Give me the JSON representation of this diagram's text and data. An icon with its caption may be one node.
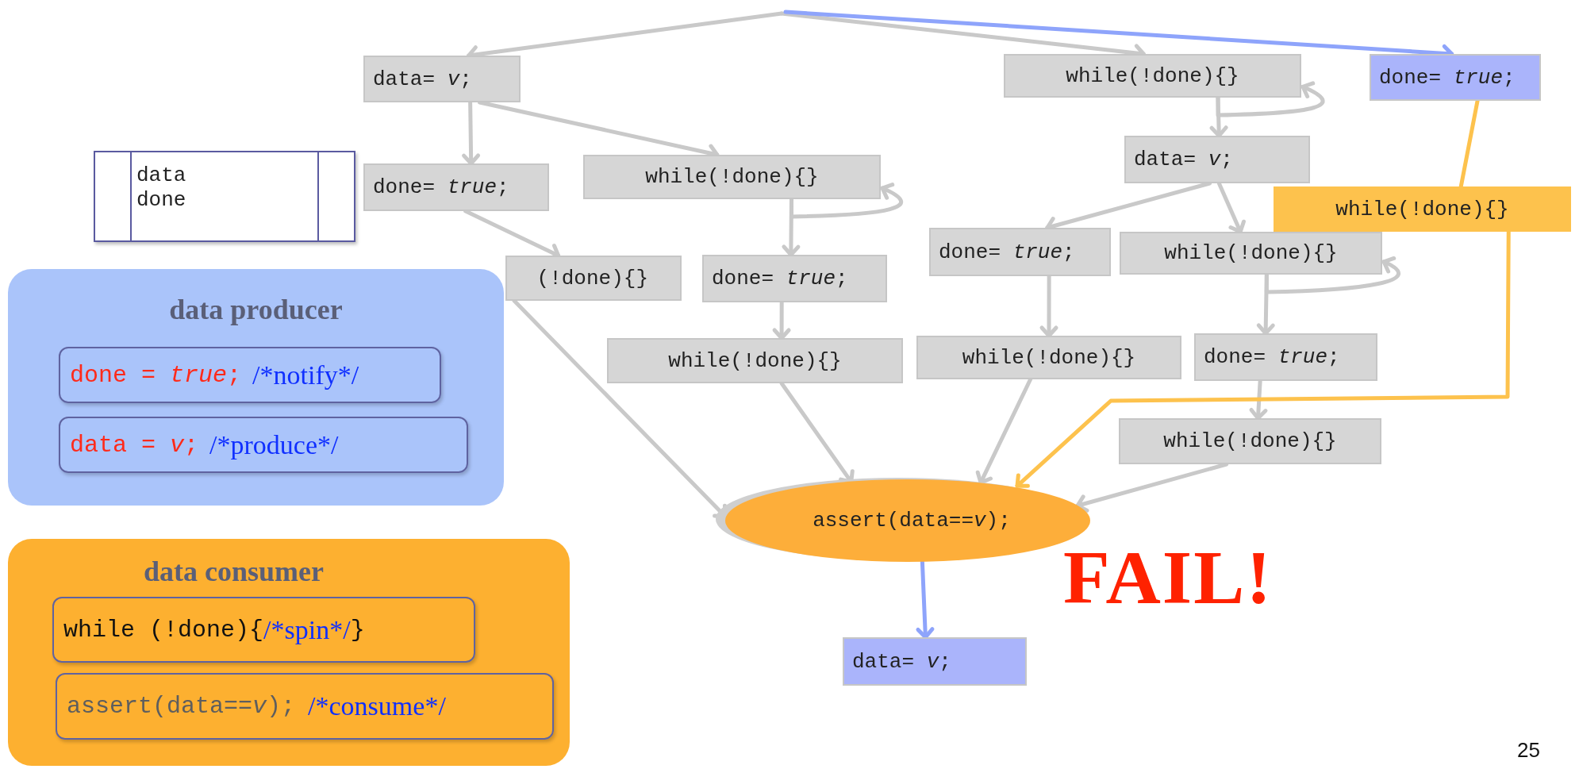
{
  "diagram": {
    "nodes": [
      {
        "text": [
          "data= *v*;"
        ]
      },
      {
        "text": [
          "while(!done){}"
        ]
      },
      {
        "text": [
          "done= *true*;"
        ]
      },
      {
        "text": [
          "data",
          "done"
        ]
      },
      {
        "text": [
          "done= *true*;"
        ]
      },
      {
        "text": [
          "while(!done){}"
        ]
      },
      {
        "text": [
          "data= *v*;"
        ]
      },
      {
        "text": [
          "while(!done){}"
        ]
      },
      {
        "text": [
          "(!done){}"
        ]
      },
      {
        "text": [
          "done= *true*;"
        ]
      },
      {
        "text": [
          "done= *true*;"
        ]
      },
      {
        "text": [
          "while(!done){}"
        ]
      },
      {
        "text": [
          "while(!done){}"
        ]
      },
      {
        "text": [
          "while(!done){}"
        ]
      },
      {
        "text": [
          "done= *true*;"
        ]
      },
      {
        "text": [
          "while(!done){}"
        ]
      },
      {
        "text": [
          "assert(data==*v*);"
        ]
      },
      {
        "text": [
          "data= *v*;"
        ]
      },
      {
        "text": [
          "data producer"
        ]
      },
      {
        "text": [
          "done = *true*;",
          "/*notify*/"
        ],
        "in": 18
      },
      {
        "text": [
          "data = *v*;",
          "/*produce*/"
        ],
        "in": 18
      },
      {
        "text": [
          "data consumer"
        ]
      },
      {
        "text": [
          "while (!done){",
          "/*spin*/",
          "}"
        ],
        "in": 21
      },
      {
        "text": [
          "assert(data==*v*);",
          "/*consume*/"
        ],
        "in": 21
      }
    ],
    "edges": [
      {
        "from": null,
        "to": 0,
        "arrow": "to"
      },
      {
        "from": null,
        "to": 1,
        "arrow": "to"
      },
      {
        "from": null,
        "to": 2,
        "arrow": "to",
        "color": "#8ea4fb"
      },
      {
        "from": 0,
        "to": 4,
        "arrow": "to"
      },
      {
        "from": 0,
        "to": 5,
        "arrow": "to"
      },
      {
        "from": 5,
        "to": 5,
        "arrow": "to"
      },
      {
        "from": 5,
        "to": 9,
        "arrow": "to"
      },
      {
        "from": 4,
        "to": 8,
        "arrow": "to"
      },
      {
        "from": 9,
        "to": 12,
        "arrow": "to"
      },
      {
        "from": 1,
        "to": 1,
        "arrow": "to"
      },
      {
        "from": 1,
        "to": 6,
        "arrow": "to"
      },
      {
        "from": 6,
        "to": 10,
        "arrow": "to"
      },
      {
        "from": 6,
        "to": 11,
        "arrow": "to"
      },
      {
        "from": 11,
        "to": 11,
        "arrow": "to"
      },
      {
        "from": 11,
        "to": 14,
        "arrow": "to"
      },
      {
        "from": 10,
        "to": 13,
        "arrow": "to"
      },
      {
        "from": 14,
        "to": 15,
        "arrow": "to"
      },
      {
        "from": 2,
        "to": 7,
        "arrow": "none",
        "color": "#fdc24d"
      },
      {
        "from": 7,
        "to": 16,
        "arrow": "to",
        "color": "#fdc24d"
      },
      {
        "from": 8,
        "to": 16,
        "arrow": "to"
      },
      {
        "from": 12,
        "to": 16,
        "arrow": "to"
      },
      {
        "from": 13,
        "to": 16,
        "arrow": "to"
      },
      {
        "from": 15,
        "to": 16,
        "arrow": "to"
      },
      {
        "from": 16,
        "to": 17,
        "arrow": "to",
        "color": "#8ea4fb"
      }
    ],
    "labels": [
      "FAIL!",
      "25"
    ]
  }
}
